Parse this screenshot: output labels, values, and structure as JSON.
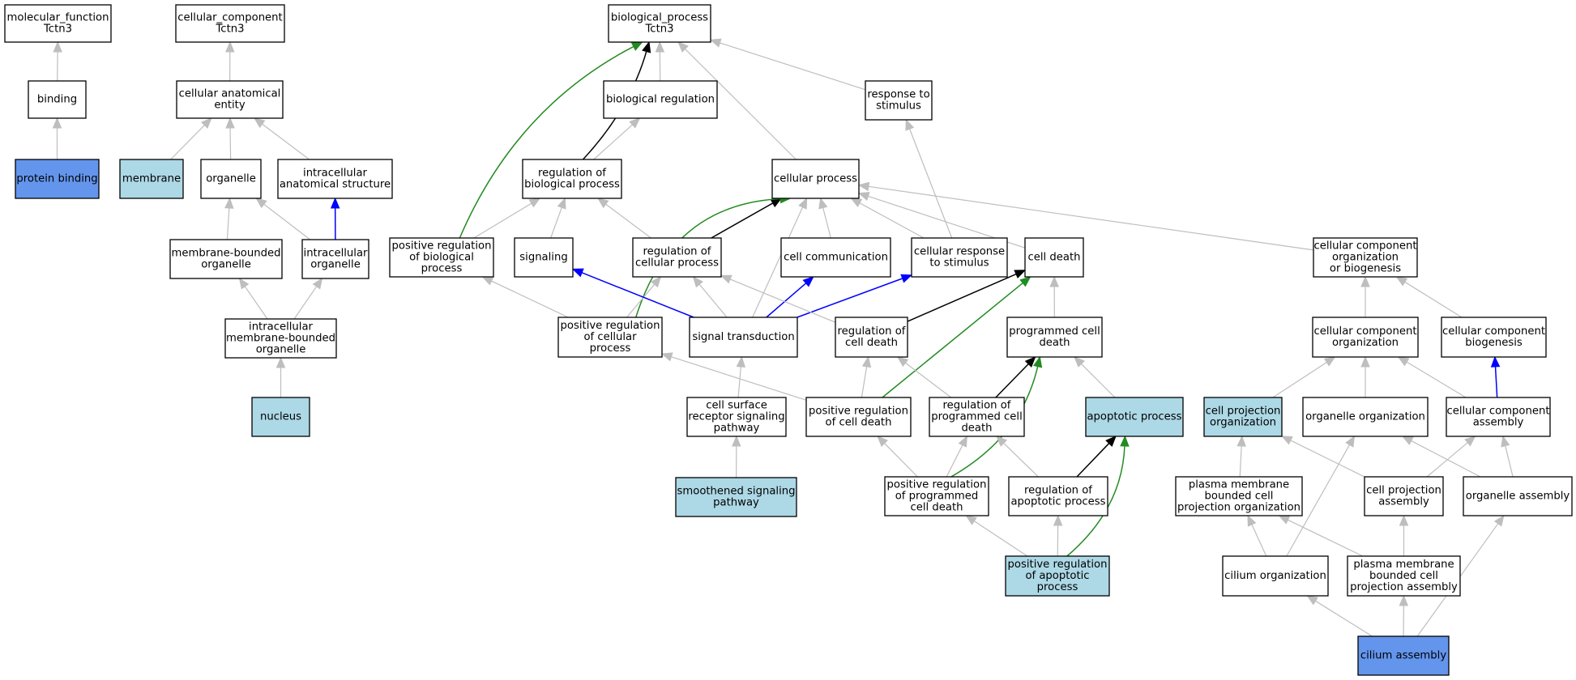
{
  "colors": {
    "node_white": "#ffffff",
    "node_lightblue": "#add8e6",
    "node_blue": "#6495ed",
    "edge_gray": "#bebebe",
    "edge_black": "#000000",
    "edge_blue": "#0000ff",
    "edge_green": "#228b22"
  },
  "nodes": [
    {
      "id": "molecular_function",
      "lines": [
        "molecular_function",
        "Tctn3"
      ],
      "fill": "white"
    },
    {
      "id": "binding",
      "lines": [
        "binding"
      ],
      "fill": "white"
    },
    {
      "id": "protein_binding",
      "lines": [
        "protein binding"
      ],
      "fill": "blue"
    },
    {
      "id": "cellular_component",
      "lines": [
        "cellular_component",
        "Tctn3"
      ],
      "fill": "white"
    },
    {
      "id": "cellular_anatomical_entity",
      "lines": [
        "cellular anatomical",
        "entity"
      ],
      "fill": "white"
    },
    {
      "id": "membrane",
      "lines": [
        "membrane"
      ],
      "fill": "lightblue"
    },
    {
      "id": "organelle",
      "lines": [
        "organelle"
      ],
      "fill": "white"
    },
    {
      "id": "intracellular_anatomical_structure",
      "lines": [
        "intracellular",
        "anatomical structure"
      ],
      "fill": "white"
    },
    {
      "id": "membrane_bounded_organelle",
      "lines": [
        "membrane-bounded",
        "organelle"
      ],
      "fill": "white"
    },
    {
      "id": "intracellular_organelle",
      "lines": [
        "intracellular",
        "organelle"
      ],
      "fill": "white"
    },
    {
      "id": "intracellular_mbo",
      "lines": [
        "intracellular",
        "membrane-bounded",
        "organelle"
      ],
      "fill": "white"
    },
    {
      "id": "nucleus",
      "lines": [
        "nucleus"
      ],
      "fill": "lightblue"
    },
    {
      "id": "biological_process",
      "lines": [
        "biological_process",
        "Tctn3"
      ],
      "fill": "white"
    },
    {
      "id": "biological_regulation",
      "lines": [
        "biological regulation"
      ],
      "fill": "white"
    },
    {
      "id": "response_to_stimulus",
      "lines": [
        "response to",
        "stimulus"
      ],
      "fill": "white"
    },
    {
      "id": "regulation_of_biological_process",
      "lines": [
        "regulation of",
        "biological process"
      ],
      "fill": "white"
    },
    {
      "id": "cellular_process",
      "lines": [
        "cellular process"
      ],
      "fill": "white"
    },
    {
      "id": "positive_regulation_of_biological_process",
      "lines": [
        "positive regulation",
        "of biological",
        "process"
      ],
      "fill": "white"
    },
    {
      "id": "signaling",
      "lines": [
        "signaling"
      ],
      "fill": "white"
    },
    {
      "id": "regulation_of_cellular_process",
      "lines": [
        "regulation of",
        "cellular process"
      ],
      "fill": "white"
    },
    {
      "id": "cell_communication",
      "lines": [
        "cell communication"
      ],
      "fill": "white"
    },
    {
      "id": "cellular_response_to_stimulus",
      "lines": [
        "cellular response",
        "to stimulus"
      ],
      "fill": "white"
    },
    {
      "id": "cell_death",
      "lines": [
        "cell death"
      ],
      "fill": "white"
    },
    {
      "id": "ccob",
      "lines": [
        "cellular component",
        "organization",
        "or biogenesis"
      ],
      "fill": "white"
    },
    {
      "id": "positive_regulation_of_cellular_process",
      "lines": [
        "positive regulation",
        "of cellular",
        "process"
      ],
      "fill": "white"
    },
    {
      "id": "signal_transduction",
      "lines": [
        "signal transduction"
      ],
      "fill": "white"
    },
    {
      "id": "regulation_of_cell_death",
      "lines": [
        "regulation of",
        "cell death"
      ],
      "fill": "white"
    },
    {
      "id": "programmed_cell_death",
      "lines": [
        "programmed cell",
        "death"
      ],
      "fill": "white"
    },
    {
      "id": "cellular_component_organization",
      "lines": [
        "cellular component",
        "organization"
      ],
      "fill": "white"
    },
    {
      "id": "cellular_component_biogenesis",
      "lines": [
        "cellular component",
        "biogenesis"
      ],
      "fill": "white"
    },
    {
      "id": "cell_surface_receptor_signaling_pathway",
      "lines": [
        "cell surface",
        "receptor signaling",
        "pathway"
      ],
      "fill": "white"
    },
    {
      "id": "positive_regulation_of_cell_death",
      "lines": [
        "positive regulation",
        "of cell death"
      ],
      "fill": "white"
    },
    {
      "id": "regulation_of_programmed_cell_death",
      "lines": [
        "regulation of",
        "programmed cell",
        "death"
      ],
      "fill": "white"
    },
    {
      "id": "apoptotic_process",
      "lines": [
        "apoptotic process"
      ],
      "fill": "lightblue"
    },
    {
      "id": "cell_projection_organization",
      "lines": [
        "cell projection",
        "organization"
      ],
      "fill": "lightblue"
    },
    {
      "id": "organelle_organization",
      "lines": [
        "organelle organization"
      ],
      "fill": "white"
    },
    {
      "id": "cellular_component_assembly",
      "lines": [
        "cellular component",
        "assembly"
      ],
      "fill": "white"
    },
    {
      "id": "smoothened_signaling_pathway",
      "lines": [
        "smoothened signaling",
        "pathway"
      ],
      "fill": "lightblue"
    },
    {
      "id": "positive_regulation_of_programmed_cell_death",
      "lines": [
        "positive regulation",
        "of programmed",
        "cell death"
      ],
      "fill": "white"
    },
    {
      "id": "regulation_of_apoptotic_process",
      "lines": [
        "regulation of",
        "apoptotic process"
      ],
      "fill": "white"
    },
    {
      "id": "plasma_membrane_bounded_cell_projection_organization",
      "lines": [
        "plasma membrane",
        "bounded cell",
        "projection organization"
      ],
      "fill": "white"
    },
    {
      "id": "cell_projection_assembly",
      "lines": [
        "cell projection",
        "assembly"
      ],
      "fill": "white"
    },
    {
      "id": "organelle_assembly",
      "lines": [
        "organelle assembly"
      ],
      "fill": "white"
    },
    {
      "id": "positive_regulation_of_apoptotic_process",
      "lines": [
        "positive regulation",
        "of apoptotic",
        "process"
      ],
      "fill": "lightblue"
    },
    {
      "id": "cilium_organization",
      "lines": [
        "cilium organization"
      ],
      "fill": "white"
    },
    {
      "id": "plasma_membrane_bounded_cell_projection_assembly",
      "lines": [
        "plasma membrane",
        "bounded cell",
        "projection assembly"
      ],
      "fill": "white"
    },
    {
      "id": "cilium_assembly",
      "lines": [
        "cilium assembly"
      ],
      "fill": "blue"
    }
  ],
  "edges": [
    {
      "from": "binding",
      "to": "molecular_function",
      "kind": "gray"
    },
    {
      "from": "protein_binding",
      "to": "binding",
      "kind": "gray"
    },
    {
      "from": "cellular_anatomical_entity",
      "to": "cellular_component",
      "kind": "gray"
    },
    {
      "from": "membrane",
      "to": "cellular_anatomical_entity",
      "kind": "gray"
    },
    {
      "from": "organelle",
      "to": "cellular_anatomical_entity",
      "kind": "gray"
    },
    {
      "from": "intracellular_anatomical_structure",
      "to": "cellular_anatomical_entity",
      "kind": "gray"
    },
    {
      "from": "membrane_bounded_organelle",
      "to": "organelle",
      "kind": "gray"
    },
    {
      "from": "intracellular_organelle",
      "to": "organelle",
      "kind": "gray"
    },
    {
      "from": "intracellular_organelle",
      "to": "intracellular_anatomical_structure",
      "kind": "blue"
    },
    {
      "from": "intracellular_mbo",
      "to": "membrane_bounded_organelle",
      "kind": "gray"
    },
    {
      "from": "intracellular_mbo",
      "to": "intracellular_organelle",
      "kind": "gray"
    },
    {
      "from": "nucleus",
      "to": "intracellular_mbo",
      "kind": "gray"
    },
    {
      "from": "biological_regulation",
      "to": "biological_process",
      "kind": "gray"
    },
    {
      "from": "response_to_stimulus",
      "to": "biological_process",
      "kind": "gray"
    },
    {
      "from": "cellular_process",
      "to": "biological_process",
      "kind": "gray"
    },
    {
      "from": "regulation_of_biological_process",
      "to": "biological_regulation",
      "kind": "gray"
    },
    {
      "from": "regulation_of_biological_process",
      "to": "biological_process",
      "kind": "black"
    },
    {
      "from": "positive_regulation_of_biological_process",
      "to": "biological_process",
      "kind": "green"
    },
    {
      "from": "positive_regulation_of_biological_process",
      "to": "regulation_of_biological_process",
      "kind": "gray"
    },
    {
      "from": "signaling",
      "to": "regulation_of_biological_process",
      "kind": "gray"
    },
    {
      "from": "regulation_of_cellular_process",
      "to": "regulation_of_biological_process",
      "kind": "gray"
    },
    {
      "from": "regulation_of_cellular_process",
      "to": "cellular_process",
      "kind": "black"
    },
    {
      "from": "cell_communication",
      "to": "cellular_process",
      "kind": "gray"
    },
    {
      "from": "cellular_response_to_stimulus",
      "to": "cellular_process",
      "kind": "gray"
    },
    {
      "from": "cellular_response_to_stimulus",
      "to": "response_to_stimulus",
      "kind": "gray"
    },
    {
      "from": "cell_death",
      "to": "cellular_process",
      "kind": "gray"
    },
    {
      "from": "ccob",
      "to": "cellular_process",
      "kind": "gray"
    },
    {
      "from": "positive_regulation_of_cellular_process",
      "to": "cellular_process",
      "kind": "green"
    },
    {
      "from": "positive_regulation_of_cellular_process",
      "to": "positive_regulation_of_biological_process",
      "kind": "gray"
    },
    {
      "from": "positive_regulation_of_cellular_process",
      "to": "regulation_of_cellular_process",
      "kind": "gray"
    },
    {
      "from": "signal_transduction",
      "to": "signaling",
      "kind": "blue"
    },
    {
      "from": "signal_transduction",
      "to": "regulation_of_cellular_process",
      "kind": "gray"
    },
    {
      "from": "signal_transduction",
      "to": "cell_communication",
      "kind": "blue"
    },
    {
      "from": "signal_transduction",
      "to": "cellular_response_to_stimulus",
      "kind": "blue"
    },
    {
      "from": "signal_transduction",
      "to": "cellular_process",
      "kind": "gray"
    },
    {
      "from": "regulation_of_cell_death",
      "to": "regulation_of_cellular_process",
      "kind": "gray"
    },
    {
      "from": "regulation_of_cell_death",
      "to": "cell_death",
      "kind": "black"
    },
    {
      "from": "programmed_cell_death",
      "to": "cell_death",
      "kind": "gray"
    },
    {
      "from": "cellular_component_organization",
      "to": "ccob",
      "kind": "gray"
    },
    {
      "from": "cellular_component_biogenesis",
      "to": "ccob",
      "kind": "gray"
    },
    {
      "from": "cell_surface_receptor_signaling_pathway",
      "to": "signal_transduction",
      "kind": "gray"
    },
    {
      "from": "positive_regulation_of_cell_death",
      "to": "positive_regulation_of_cellular_process",
      "kind": "gray"
    },
    {
      "from": "positive_regulation_of_cell_death",
      "to": "regulation_of_cell_death",
      "kind": "gray"
    },
    {
      "from": "positive_regulation_of_cell_death",
      "to": "cell_death",
      "kind": "green"
    },
    {
      "from": "regulation_of_programmed_cell_death",
      "to": "regulation_of_cell_death",
      "kind": "gray"
    },
    {
      "from": "regulation_of_programmed_cell_death",
      "to": "programmed_cell_death",
      "kind": "black"
    },
    {
      "from": "apoptotic_process",
      "to": "programmed_cell_death",
      "kind": "gray"
    },
    {
      "from": "cell_projection_organization",
      "to": "cellular_component_organization",
      "kind": "gray"
    },
    {
      "from": "organelle_organization",
      "to": "cellular_component_organization",
      "kind": "gray"
    },
    {
      "from": "cellular_component_assembly",
      "to": "cellular_component_organization",
      "kind": "gray"
    },
    {
      "from": "cellular_component_assembly",
      "to": "cellular_component_biogenesis",
      "kind": "blue"
    },
    {
      "from": "smoothened_signaling_pathway",
      "to": "cell_surface_receptor_signaling_pathway",
      "kind": "gray"
    },
    {
      "from": "positive_regulation_of_programmed_cell_death",
      "to": "positive_regulation_of_cell_death",
      "kind": "gray"
    },
    {
      "from": "positive_regulation_of_programmed_cell_death",
      "to": "regulation_of_programmed_cell_death",
      "kind": "gray"
    },
    {
      "from": "positive_regulation_of_programmed_cell_death",
      "to": "programmed_cell_death",
      "kind": "green"
    },
    {
      "from": "regulation_of_apoptotic_process",
      "to": "regulation_of_programmed_cell_death",
      "kind": "gray"
    },
    {
      "from": "regulation_of_apoptotic_process",
      "to": "apoptotic_process",
      "kind": "black"
    },
    {
      "from": "plasma_membrane_bounded_cell_projection_organization",
      "to": "cell_projection_organization",
      "kind": "gray"
    },
    {
      "from": "cell_projection_assembly",
      "to": "cell_projection_organization",
      "kind": "gray"
    },
    {
      "from": "cell_projection_assembly",
      "to": "cellular_component_assembly",
      "kind": "gray"
    },
    {
      "from": "organelle_assembly",
      "to": "organelle_organization",
      "kind": "gray"
    },
    {
      "from": "organelle_assembly",
      "to": "cellular_component_assembly",
      "kind": "gray"
    },
    {
      "from": "positive_regulation_of_apoptotic_process",
      "to": "positive_regulation_of_programmed_cell_death",
      "kind": "gray"
    },
    {
      "from": "positive_regulation_of_apoptotic_process",
      "to": "regulation_of_apoptotic_process",
      "kind": "gray"
    },
    {
      "from": "positive_regulation_of_apoptotic_process",
      "to": "apoptotic_process",
      "kind": "green"
    },
    {
      "from": "cilium_organization",
      "to": "plasma_membrane_bounded_cell_projection_organization",
      "kind": "gray"
    },
    {
      "from": "cilium_organization",
      "to": "organelle_organization",
      "kind": "gray"
    },
    {
      "from": "plasma_membrane_bounded_cell_projection_assembly",
      "to": "plasma_membrane_bounded_cell_projection_organization",
      "kind": "gray"
    },
    {
      "from": "plasma_membrane_bounded_cell_projection_assembly",
      "to": "cell_projection_assembly",
      "kind": "gray"
    },
    {
      "from": "cilium_assembly",
      "to": "cilium_organization",
      "kind": "gray"
    },
    {
      "from": "cilium_assembly",
      "to": "plasma_membrane_bounded_cell_projection_assembly",
      "kind": "gray"
    },
    {
      "from": "cilium_assembly",
      "to": "organelle_assembly",
      "kind": "gray"
    }
  ]
}
